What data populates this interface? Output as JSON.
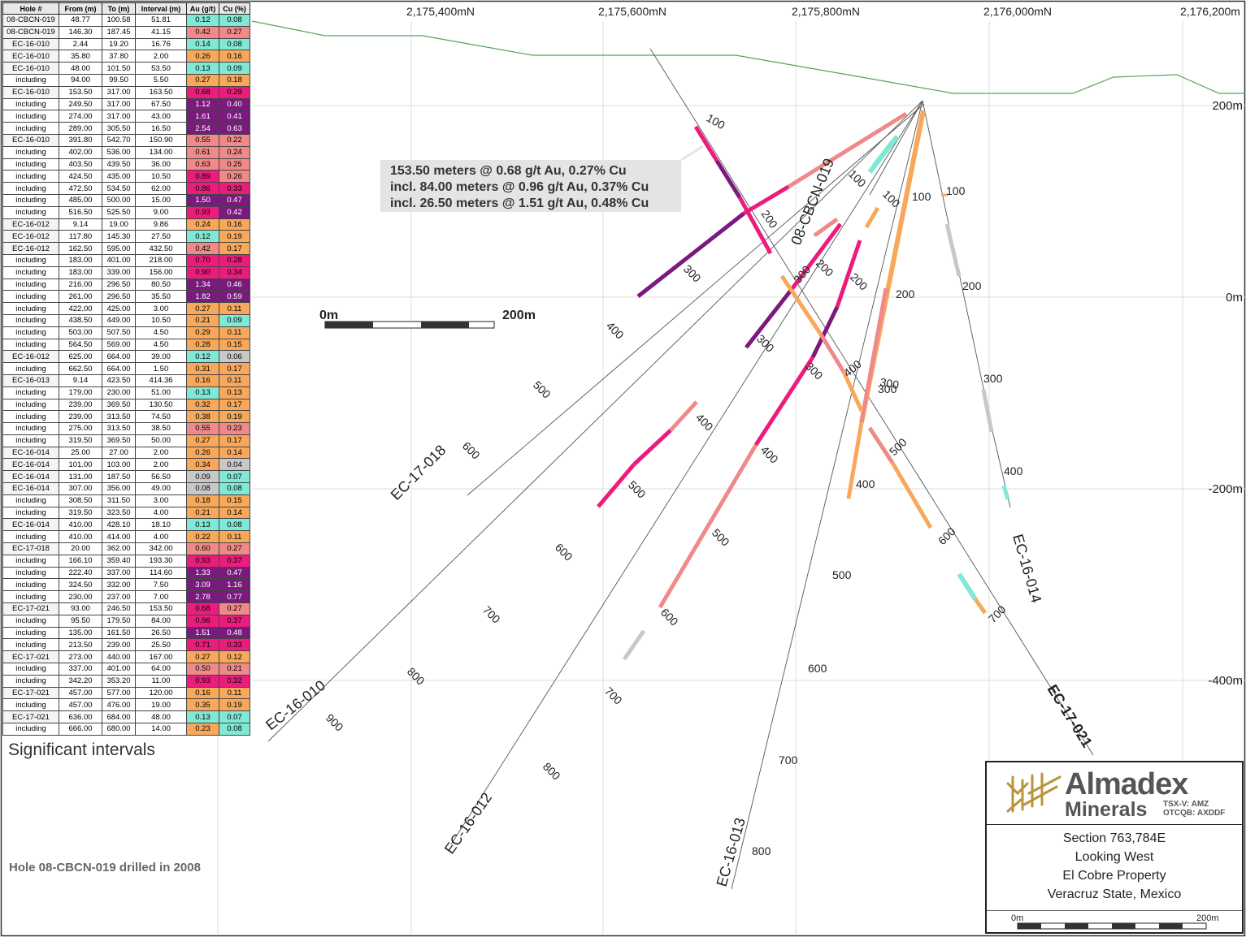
{
  "table": {
    "headers": [
      "Hole #",
      "From (m)",
      "To (m)",
      "Interval (m)",
      "Au (g/t)",
      "Cu (%)"
    ],
    "rows": [
      [
        "08-CBCN-019",
        "48.77",
        "100.58",
        "51.81",
        "0.12",
        "0.08"
      ],
      [
        "08-CBCN-019",
        "146.30",
        "187.45",
        "41.15",
        "0.42",
        "0.27"
      ],
      [
        "EC-16-010",
        "2.44",
        "19.20",
        "16.76",
        "0.14",
        "0.08"
      ],
      [
        "EC-16-010",
        "35.80",
        "37.80",
        "2.00",
        "0.26",
        "0.16"
      ],
      [
        "EC-16-010",
        "48.00",
        "101.50",
        "53.50",
        "0.13",
        "0.09"
      ],
      [
        "including",
        "94.00",
        "99.50",
        "5.50",
        "0.27",
        "0.18"
      ],
      [
        "EC-16-010",
        "153.50",
        "317.00",
        "163.50",
        "0.68",
        "0.29"
      ],
      [
        "including",
        "249.50",
        "317.00",
        "67.50",
        "1.12",
        "0.40"
      ],
      [
        "including",
        "274.00",
        "317.00",
        "43.00",
        "1.61",
        "0.41"
      ],
      [
        "including",
        "289.00",
        "305.50",
        "16.50",
        "2.54",
        "0.63"
      ],
      [
        "EC-16-010",
        "391.80",
        "542.70",
        "150.90",
        "0.55",
        "0.22"
      ],
      [
        "including",
        "402.00",
        "536.00",
        "134.00",
        "0.61",
        "0.24"
      ],
      [
        "including",
        "403.50",
        "439.50",
        "36.00",
        "0.63",
        "0.25"
      ],
      [
        "including",
        "424.50",
        "435.00",
        "10.50",
        "0.89",
        "0.26"
      ],
      [
        "including",
        "472.50",
        "534.50",
        "62.00",
        "0.86",
        "0.33"
      ],
      [
        "including",
        "485.00",
        "500.00",
        "15.00",
        "1.50",
        "0.47"
      ],
      [
        "including",
        "516.50",
        "525.50",
        "9.00",
        "0.93",
        "0.42"
      ],
      [
        "EC-16-012",
        "9.14",
        "19.00",
        "9.86",
        "0.24",
        "0.16"
      ],
      [
        "EC-16-012",
        "117.80",
        "145.30",
        "27.50",
        "0.12",
        "0.19"
      ],
      [
        "EC-16-012",
        "162.50",
        "595.00",
        "432.50",
        "0.42",
        "0.17"
      ],
      [
        "including",
        "183.00",
        "401.00",
        "218.00",
        "0.70",
        "0.28"
      ],
      [
        "including",
        "183.00",
        "339.00",
        "156.00",
        "0.90",
        "0.34"
      ],
      [
        "including",
        "216.00",
        "296.50",
        "80.50",
        "1.34",
        "0.46"
      ],
      [
        "including",
        "261.00",
        "296.50",
        "35.50",
        "1.82",
        "0.59"
      ],
      [
        "including",
        "422.00",
        "425.00",
        "3.00",
        "0.27",
        "0.11"
      ],
      [
        "including",
        "438.50",
        "449.00",
        "10.50",
        "0.21",
        "0.09"
      ],
      [
        "including",
        "503.00",
        "507.50",
        "4.50",
        "0.29",
        "0.11"
      ],
      [
        "including",
        "564.50",
        "569.00",
        "4.50",
        "0.28",
        "0.15"
      ],
      [
        "EC-16-012",
        "625.00",
        "664.00",
        "39.00",
        "0.12",
        "0.06"
      ],
      [
        "including",
        "662.50",
        "664.00",
        "1.50",
        "0.31",
        "0.17"
      ],
      [
        "EC-16-013",
        "9.14",
        "423.50",
        "414.36",
        "0.16",
        "0.11"
      ],
      [
        "including",
        "179.00",
        "230.00",
        "51.00",
        "0.13",
        "0.13"
      ],
      [
        "including",
        "239.00",
        "369.50",
        "130.50",
        "0.32",
        "0.17"
      ],
      [
        "including",
        "239.00",
        "313.50",
        "74.50",
        "0.38",
        "0.19"
      ],
      [
        "including",
        "275.00",
        "313.50",
        "38.50",
        "0.55",
        "0.23"
      ],
      [
        "including",
        "319.50",
        "369.50",
        "50.00",
        "0.27",
        "0.17"
      ],
      [
        "EC-16-014",
        "25.00",
        "27.00",
        "2.00",
        "0.26",
        "0.14"
      ],
      [
        "EC-16-014",
        "101.00",
        "103.00",
        "2.00",
        "0.34",
        "0.04"
      ],
      [
        "EC-16-014",
        "131.00",
        "187.50",
        "56.50",
        "0.09",
        "0.07"
      ],
      [
        "EC-16-014",
        "307.00",
        "356.00",
        "49.00",
        "0.08",
        "0.08"
      ],
      [
        "including",
        "308.50",
        "311.50",
        "3.00",
        "0.18",
        "0.15"
      ],
      [
        "including",
        "319.50",
        "323.50",
        "4.00",
        "0.21",
        "0.14"
      ],
      [
        "EC-16-014",
        "410.00",
        "428.10",
        "18.10",
        "0.13",
        "0.08"
      ],
      [
        "including",
        "410.00",
        "414.00",
        "4.00",
        "0.22",
        "0.11"
      ],
      [
        "EC-17-018",
        "20.00",
        "362.00",
        "342.00",
        "0.60",
        "0.27"
      ],
      [
        "including",
        "166.10",
        "359.40",
        "193.30",
        "0.93",
        "0.37"
      ],
      [
        "including",
        "222.40",
        "337.00",
        "114.60",
        "1.33",
        "0.47"
      ],
      [
        "including",
        "324.50",
        "332.00",
        "7.50",
        "3.09",
        "1.16"
      ],
      [
        "including",
        "230.00",
        "237.00",
        "7.00",
        "2.78",
        "0.77"
      ],
      [
        "EC-17-021",
        "93.00",
        "246.50",
        "153.50",
        "0.68",
        "0.27"
      ],
      [
        "including",
        "95.50",
        "179.50",
        "84.00",
        "0.96",
        "0.37"
      ],
      [
        "including",
        "135.00",
        "161.50",
        "26.50",
        "1.51",
        "0.48"
      ],
      [
        "including",
        "213.50",
        "239.00",
        "25.50",
        "0.71",
        "0.33"
      ],
      [
        "EC-17-021",
        "273.00",
        "440.00",
        "167.00",
        "0.27",
        "0.12"
      ],
      [
        "including",
        "337.00",
        "401.00",
        "64.00",
        "0.50",
        "0.21"
      ],
      [
        "including",
        "342.20",
        "353.20",
        "11.00",
        "0.93",
        "0.32"
      ],
      [
        "EC-17-021",
        "457.00",
        "577.00",
        "120.00",
        "0.16",
        "0.11"
      ],
      [
        "including",
        "457.00",
        "476.00",
        "19.00",
        "0.35",
        "0.19"
      ],
      [
        "EC-17-021",
        "636.00",
        "684.00",
        "48.00",
        "0.13",
        "0.07"
      ],
      [
        "including",
        "666.00",
        "680.00",
        "14.00",
        "0.23",
        "0.08"
      ]
    ],
    "caption": "Significant intervals"
  },
  "grade_colors": {
    "low_gray": "#c8c8c8",
    "cyan": "#7fe9d6",
    "orange": "#f7a85a",
    "salmon": "#f08a8a",
    "magenta": "#ec1c7c",
    "purple": "#7a1a7e"
  },
  "footnote": "Hole 08-CBCN-019 drilled in 2008",
  "callout": [
    "153.50 meters @ 0.68 g/t Au, 0.27% Cu",
    "incl. 84.00 meters @ 0.96 g/t Au, 0.37% Cu",
    "incl. 26.50 meters @ 1.51 g/t Au, 0.48% Cu"
  ],
  "northings": [
    "2,175,400mN",
    "2,175,600mN",
    "2,175,800mN",
    "2,176,000mN",
    "2,176,200m"
  ],
  "elevations": [
    "200m",
    "0m",
    "-200m",
    "-400m"
  ],
  "scale_bar": {
    "start": "0m",
    "end": "200m"
  },
  "holes": {
    "ec17018": {
      "label": "EC-17-018",
      "depths": [
        "100",
        "200",
        "300",
        "400",
        "500",
        "600"
      ]
    },
    "ec16010": {
      "label": "EC-16-010",
      "depths": [
        "100",
        "200",
        "300",
        "400",
        "500",
        "600",
        "700",
        "800",
        "900"
      ]
    },
    "ec16012": {
      "label": "EC-16-012",
      "depths": [
        "100",
        "200",
        "300",
        "400",
        "500",
        "600",
        "700",
        "800"
      ]
    },
    "ec16013": {
      "label": "EC-16-013",
      "depths": [
        "100",
        "200",
        "300",
        "400",
        "500",
        "600",
        "700",
        "800"
      ]
    },
    "ec16014": {
      "label": "EC-16-014",
      "depths": [
        "100",
        "200",
        "300",
        "400"
      ]
    },
    "ec17021": {
      "label": "EC-17-021",
      "depths": [
        "100",
        "200",
        "300",
        "400",
        "500",
        "600",
        "700"
      ]
    },
    "cbcn019": {
      "label": "08-CBCN-019",
      "depths": [
        "100",
        "200",
        "300"
      ]
    }
  },
  "titlebox": {
    "company": "Almadex",
    "company_sub": "Minerals",
    "tickers": [
      "TSX-V: AMZ",
      "OTCQB: AXDDF"
    ],
    "lines": [
      "Section 763,784E",
      "Looking West",
      "El Cobre Property",
      "Veracruz State, Mexico"
    ],
    "scale_start": "0m",
    "scale_end": "200m"
  }
}
